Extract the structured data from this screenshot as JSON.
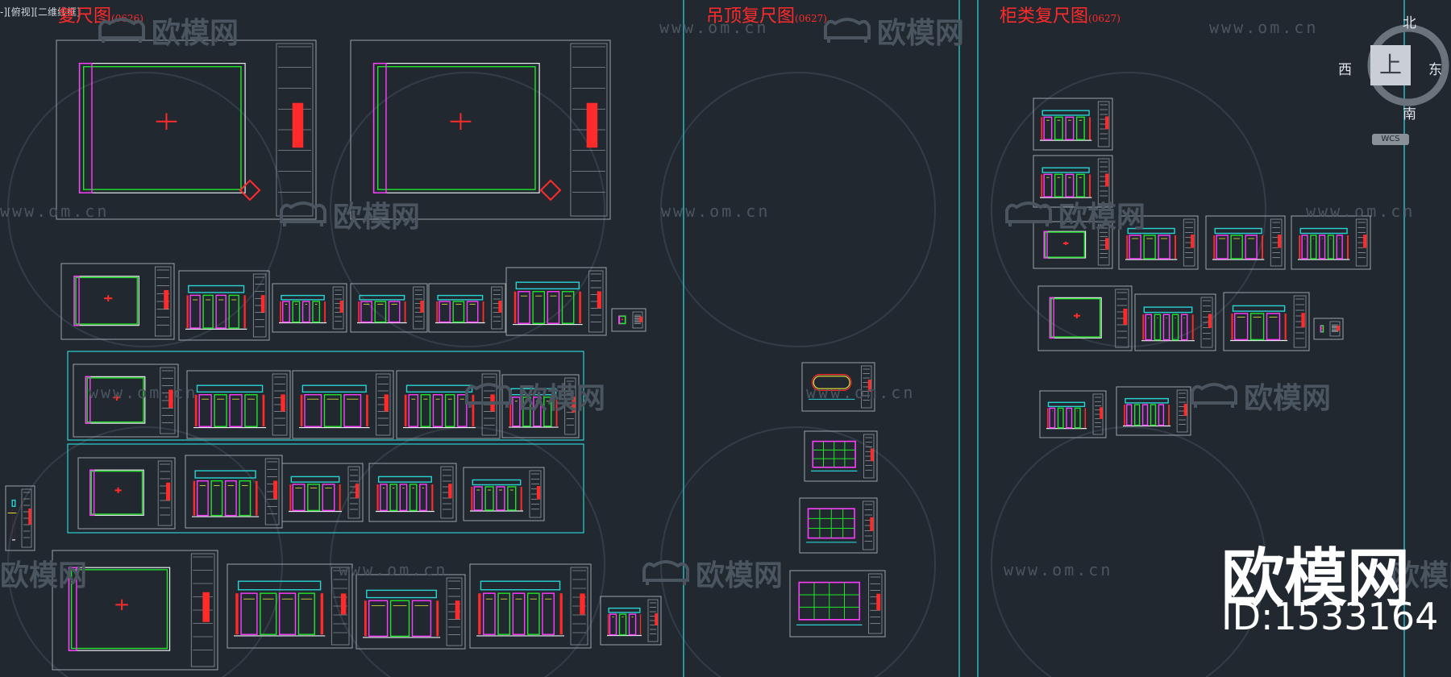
{
  "viewport": {
    "label": "-][俯视][二维线框]"
  },
  "sections": [
    {
      "title": "复尺图",
      "code": "(0626)"
    },
    {
      "title": "吊顶复尺图",
      "code": "(0627)"
    },
    {
      "title": "柜类复尺图",
      "code": "(0627)"
    }
  ],
  "watermark": {
    "url": "www.om.cn",
    "brand": "欧模网",
    "id_text": "ID:1533164"
  },
  "viewcube": {
    "north": "北",
    "south": "南",
    "west": "西",
    "east": "东",
    "face": "上",
    "wcs": "WCS"
  },
  "colors": {
    "background": "#212830",
    "red": "#ff2a2a",
    "green": "#22e32a",
    "cyan": "#2ad2d2",
    "magenta": "#ff3cff",
    "yellow": "#e8e83a",
    "white": "#e9edf0",
    "divider": "#2ab7c0"
  }
}
